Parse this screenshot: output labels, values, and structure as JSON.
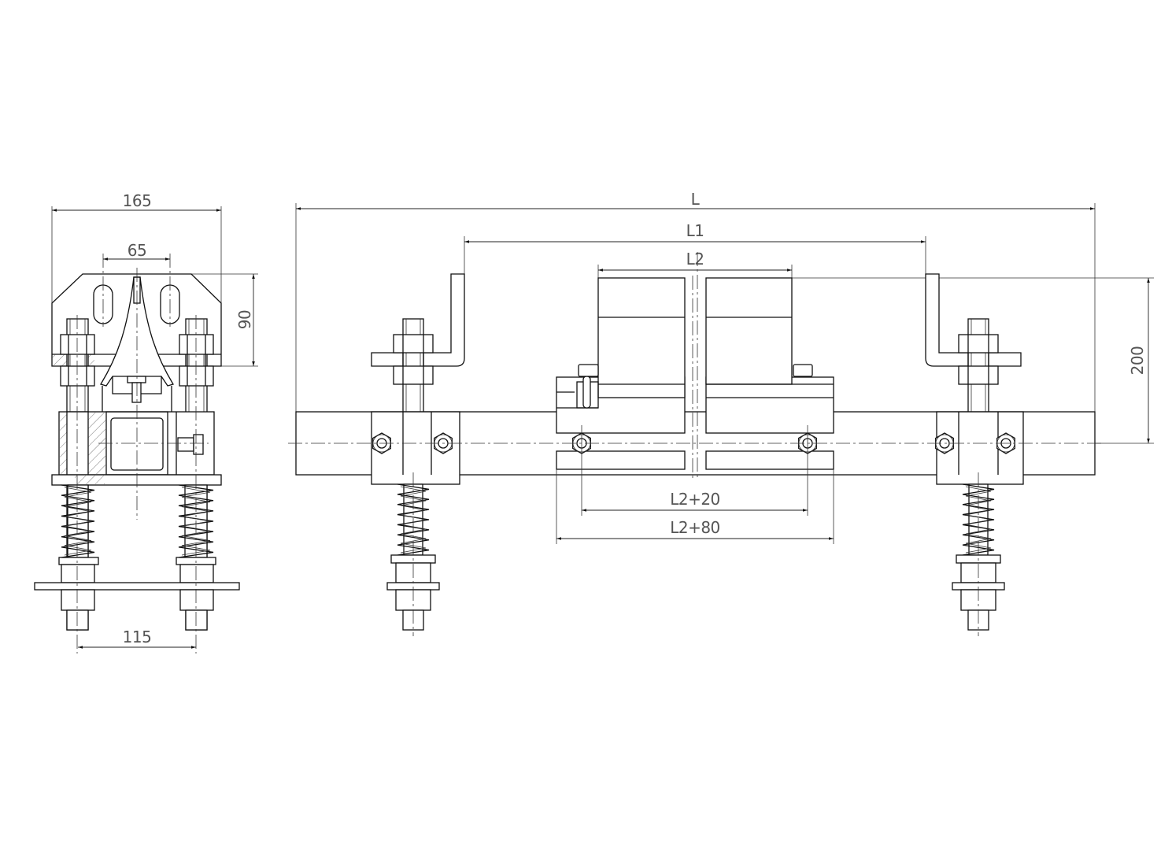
{
  "side_view": {
    "dimensions": {
      "width_overall": "165",
      "slot_spacing": "65",
      "height": "90",
      "rod_spacing": "115"
    }
  },
  "front_view": {
    "dimensions": {
      "overall_length": "L",
      "bracket_spacing": "L1",
      "gap_length": "L2",
      "height": "200",
      "bolt_spacing": "L2+20",
      "housing_length": "L2+80"
    }
  },
  "colors": {
    "line": "#111111",
    "dimension_text": "#555555"
  }
}
